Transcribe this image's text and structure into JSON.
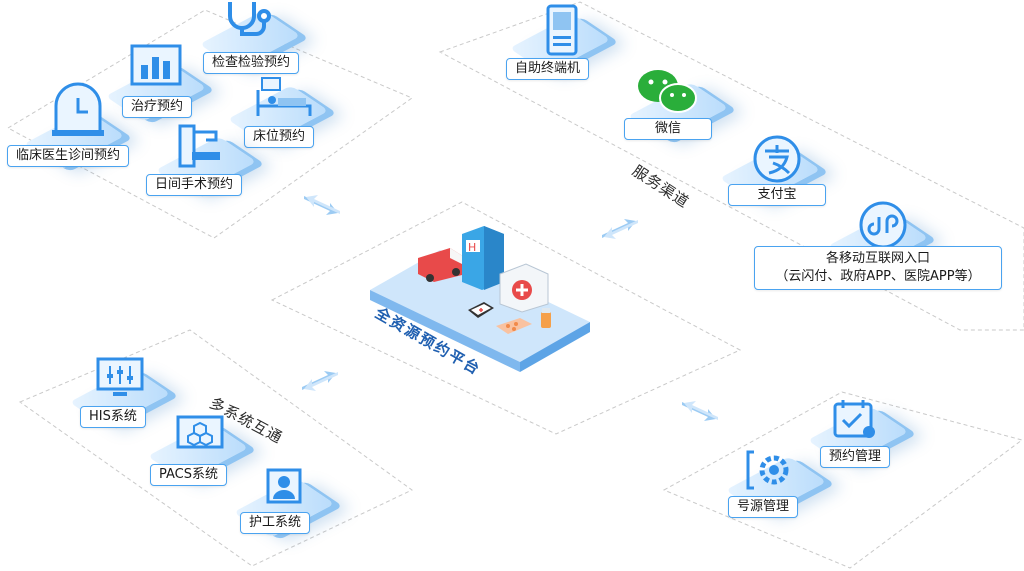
{
  "center": {
    "title": "全资源预约平台"
  },
  "groups": {
    "services_title": "服务渠道",
    "systems_title": "多系统互通"
  },
  "appointments": [
    {
      "label": "检查检验预约",
      "icon": "stethoscope-icon"
    },
    {
      "label": "治疗预约",
      "icon": "chart-board-icon"
    },
    {
      "label": "床位预约",
      "icon": "hospital-bed-icon"
    },
    {
      "label": "临床医生诊间预约",
      "icon": "clock-icon"
    },
    {
      "label": "日间手术预约",
      "icon": "surgery-machine-icon"
    }
  ],
  "channels": [
    {
      "label": "自助终端机",
      "icon": "kiosk-icon"
    },
    {
      "label": "微信",
      "icon": "wechat-icon"
    },
    {
      "label": "支付宝",
      "icon": "alipay-icon"
    },
    {
      "label": "各移动互联网入口",
      "sub": "（云闪付、政府APP、医院APP等）",
      "icon": "mini-program-icon"
    }
  ],
  "systems": [
    {
      "label": "HIS系统",
      "icon": "monitor-sliders-icon"
    },
    {
      "label": "PACS系统",
      "icon": "monitor-hexagon-icon"
    },
    {
      "label": "护工系统",
      "icon": "caregiver-icon"
    }
  ],
  "management": [
    {
      "label": "预约管理",
      "icon": "calendar-check-icon"
    },
    {
      "label": "号源管理",
      "icon": "gear-icon"
    }
  ],
  "colors": {
    "accent": "#2f8ee8",
    "pad": "#b9dcfb",
    "border": "#4aa3f0"
  }
}
